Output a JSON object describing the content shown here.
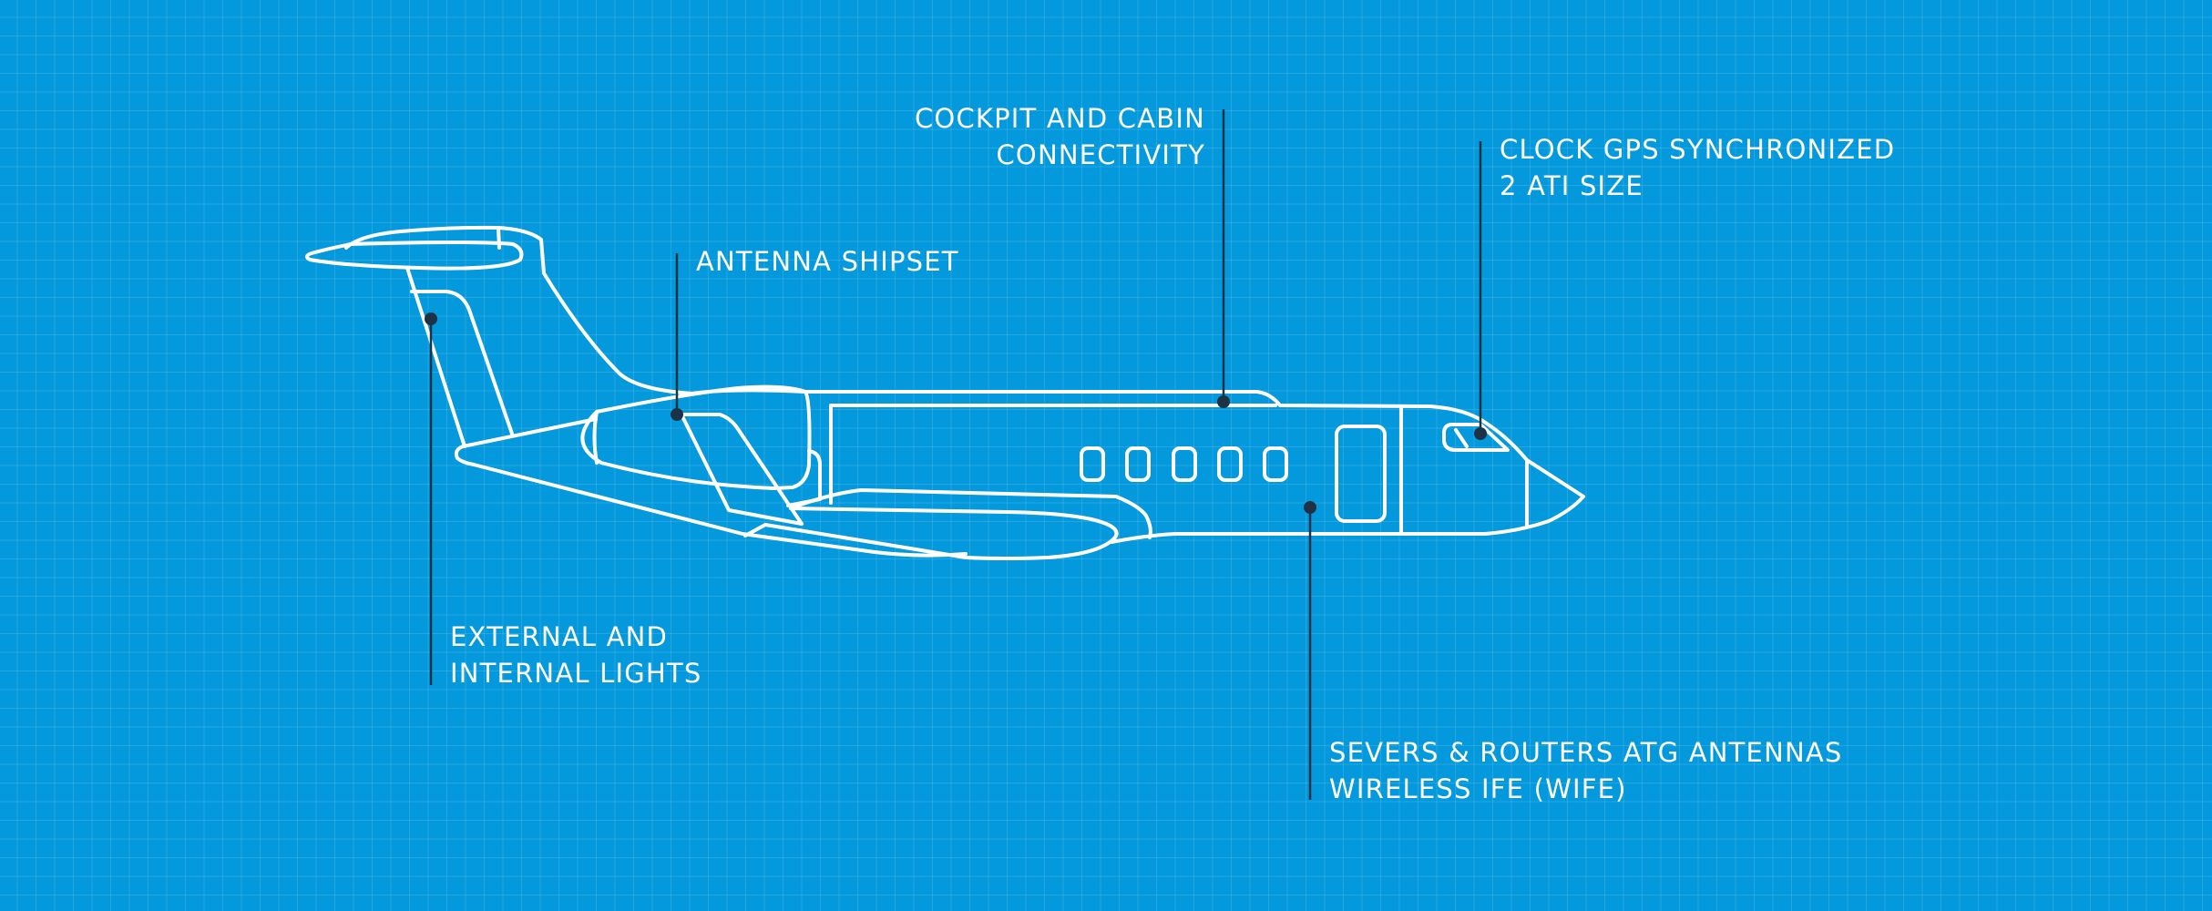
{
  "diagram": {
    "background_color": "#0399dc",
    "line_color": "#ffffff",
    "leader_color": "#1e3246",
    "callouts": {
      "cockpit_connectivity": {
        "lines": [
          "COCKPIT AND CABIN",
          "CONNECTIVITY"
        ]
      },
      "clock_gps": {
        "lines": [
          "CLOCK GPS SYNCHRONIZED",
          "2 ATI SIZE"
        ]
      },
      "antenna_shipset": {
        "lines": [
          "ANTENNA SHIPSET"
        ]
      },
      "lights": {
        "lines": [
          "EXTERNAL AND",
          "INTERNAL LIGHTS"
        ]
      },
      "servers_routers": {
        "lines": [
          "SEVERS & ROUTERS ATG ANTENNAS",
          "WIRELESS IFE (WIFE)"
        ]
      }
    }
  }
}
